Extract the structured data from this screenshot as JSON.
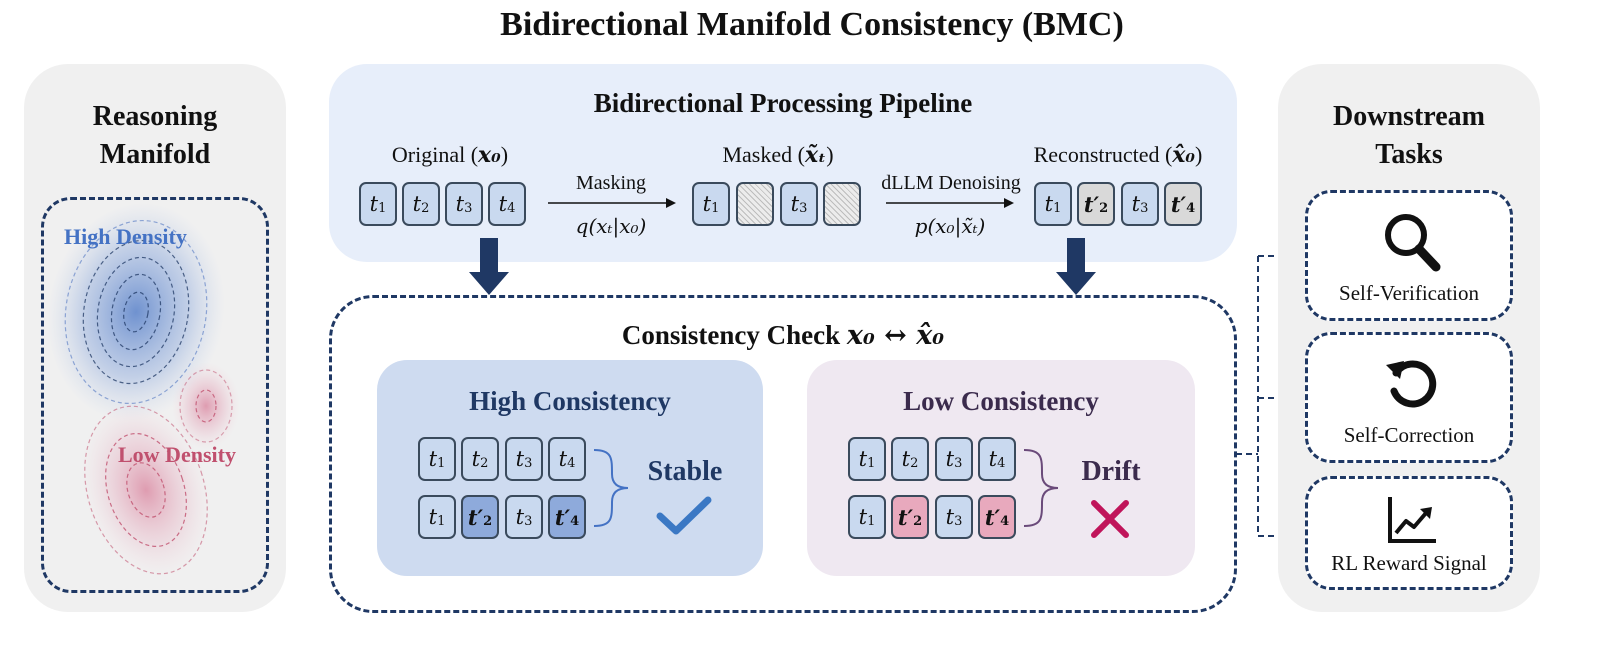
{
  "title": "Bidirectional Manifold Consistency (BMC)",
  "left_panel": {
    "heading_line1": "Reasoning",
    "heading_line2": "Manifold",
    "high_density": "High Density",
    "low_density": "Low Density",
    "colors": {
      "high": "#4472c4",
      "low": "#c0506e"
    }
  },
  "pipeline": {
    "heading": "Bidirectional Processing Pipeline",
    "original_label": "Original (",
    "original_math": "x₀",
    "masked_label": "Masked (",
    "masked_math": "x̃ₜ",
    "reconstructed_label": "Reconstructed (",
    "reconstructed_math": "x̂₀",
    "close_paren": ")",
    "masking_label": "Masking",
    "masking_formula": "q(xₜ|x₀)",
    "denoise_label": "dLLM Denoising",
    "denoise_formula": "p(x₀|x̃ₜ)",
    "tokens_original": [
      "t",
      "t",
      "t",
      "t"
    ],
    "token_subs": [
      "1",
      "2",
      "3",
      "4"
    ],
    "tokens_masked": [
      "t",
      "",
      "t",
      ""
    ],
    "tokens_reconstructed": [
      "t",
      "t′",
      "t",
      "t′"
    ]
  },
  "consistency": {
    "heading": "Consistency Check ",
    "heading_math": "x₀ ↔ x̂₀",
    "high": {
      "heading": "High Consistency",
      "row1": [
        "t",
        "t",
        "t",
        "t"
      ],
      "row2": [
        "t",
        "t′",
        "t",
        "t′"
      ],
      "verdict": "Stable",
      "color": "#4472c4"
    },
    "low": {
      "heading": "Low Consistency",
      "row1": [
        "t",
        "t",
        "t",
        "t"
      ],
      "row2": [
        "t",
        "t′",
        "t",
        "t′"
      ],
      "verdict": "Drift",
      "color": "#c0145a"
    }
  },
  "downstream": {
    "heading_line1": "Downstream",
    "heading_line2": "Tasks",
    "tasks": [
      {
        "label": "Self-Verification",
        "icon": "magnifier-icon"
      },
      {
        "label": "Self-Correction",
        "icon": "refresh-icon"
      },
      {
        "label": "RL Reward Signal",
        "icon": "trend-chart-icon"
      }
    ]
  },
  "colors": {
    "navy": "#1f3864",
    "panel_blue": "#e7eefa",
    "panel_grey": "#f0f0f0"
  }
}
